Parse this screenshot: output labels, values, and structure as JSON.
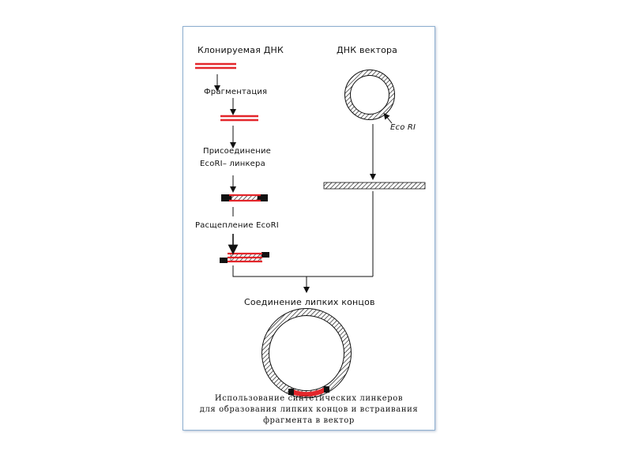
{
  "labels": {
    "cloned_dna": "Клонируемая ДНК",
    "vector_dna": "ДНК вектора",
    "fragmentation": "Фрагментация",
    "attach_line1": "Присоединение",
    "attach_line2": "EcoRI– линкера",
    "site_label": "Eco RI",
    "cleavage": "Расщепление EcoRI",
    "sticky_join": "Соединение липких концов"
  },
  "caption": {
    "line1": "Использование синтетических линкеров",
    "line2": "для образования липких концов и встраивания",
    "line3": "фрагмента в вектор"
  },
  "colors": {
    "dna_red": "#e3262b",
    "ink": "#111111",
    "frame_border": "#8fb0d0"
  }
}
